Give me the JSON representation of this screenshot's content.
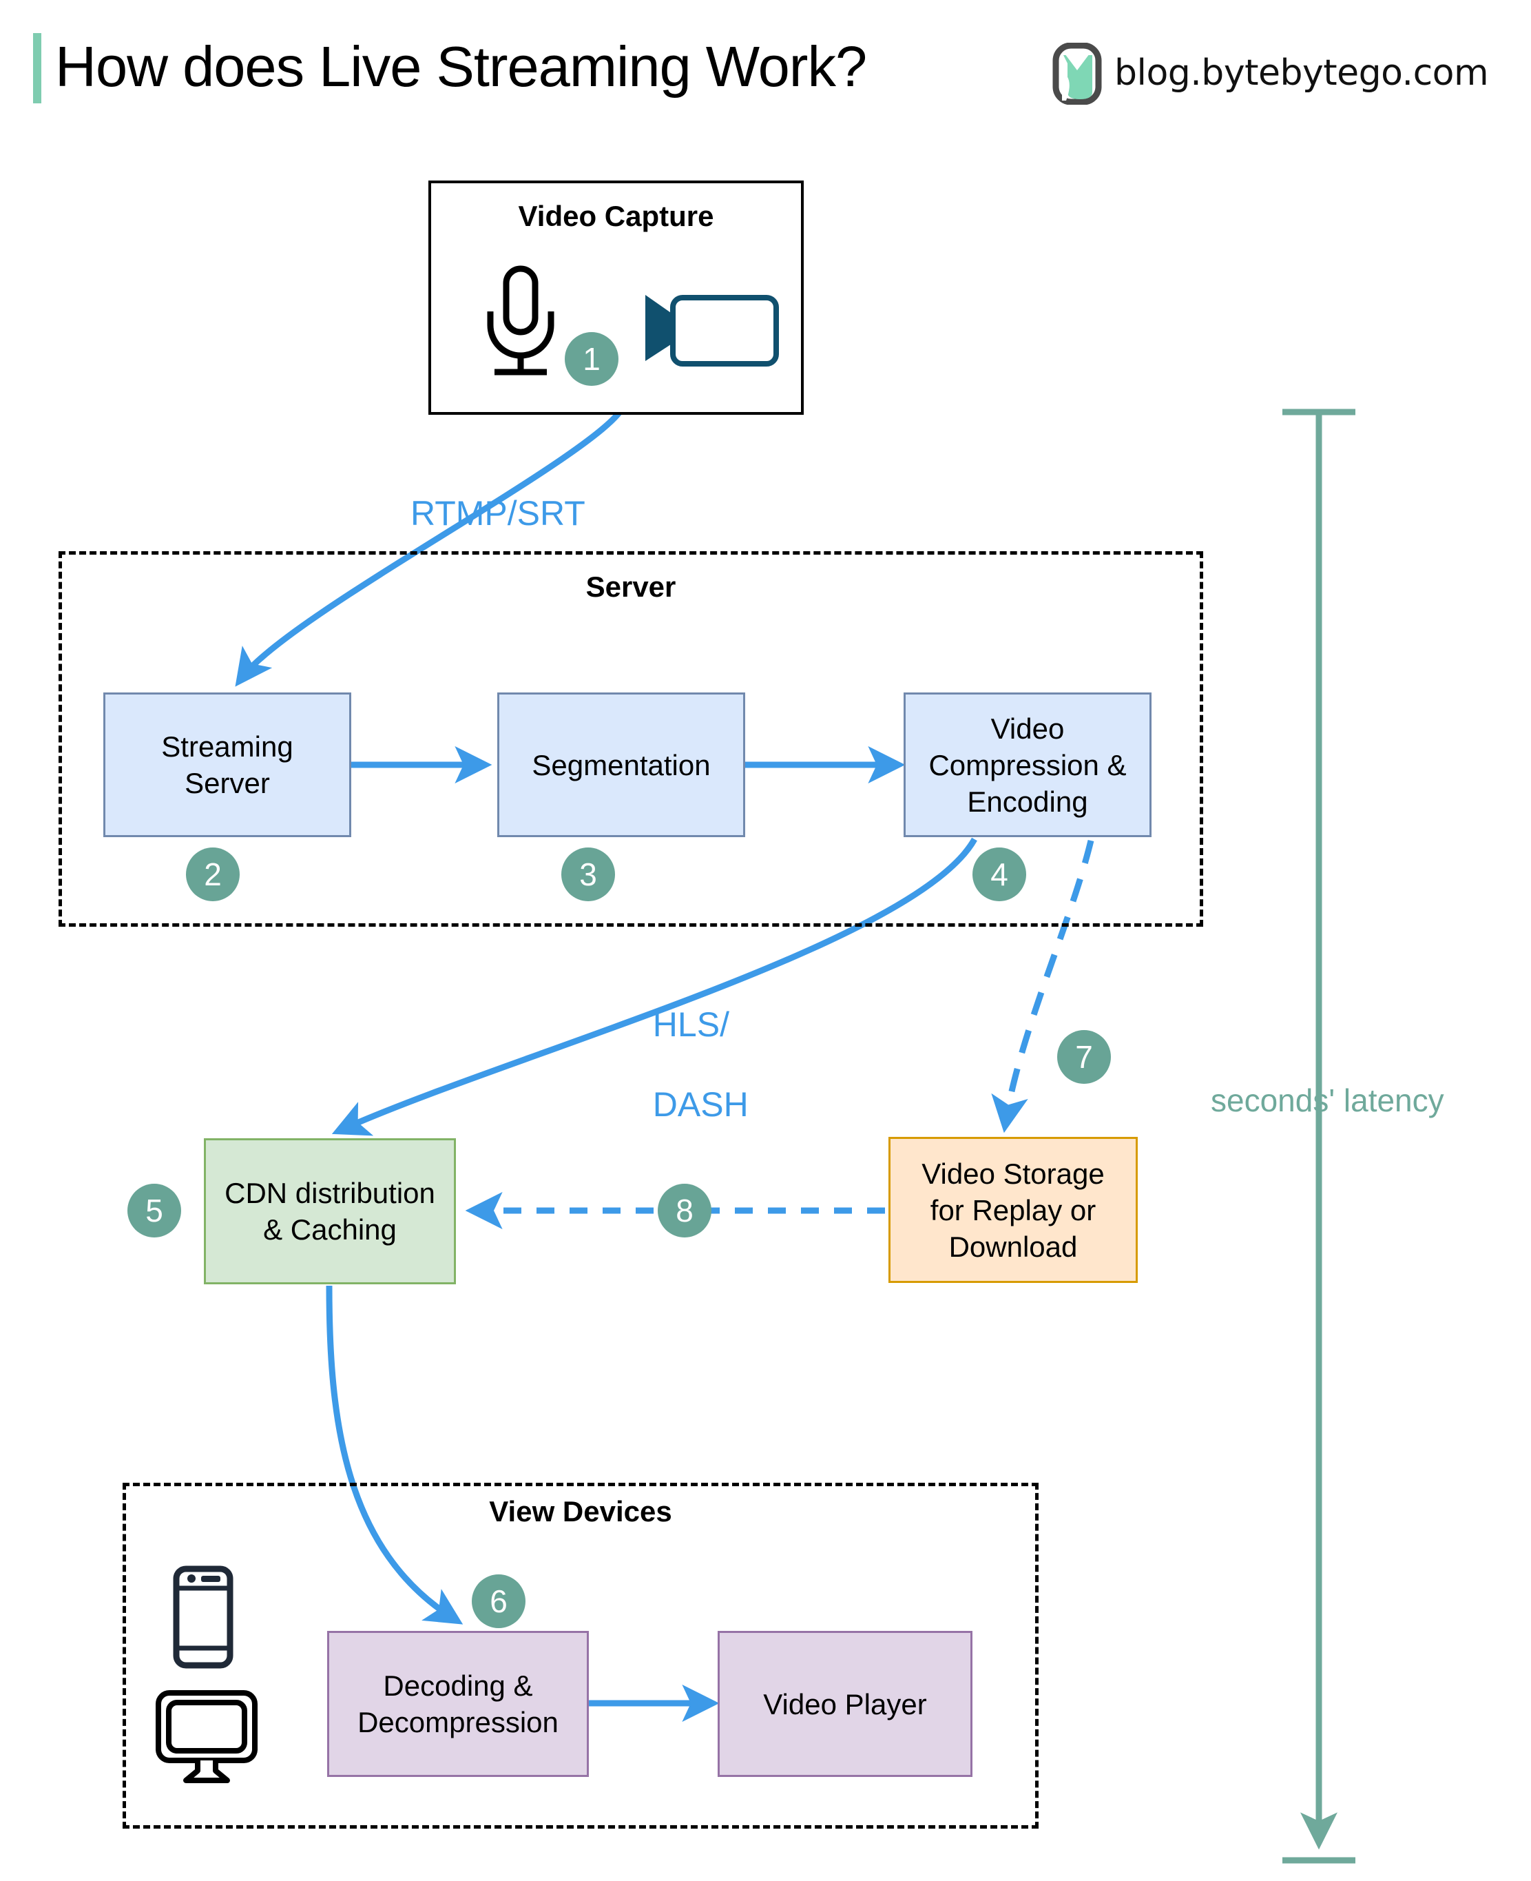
{
  "header": {
    "title": "How does Live Streaming Work?",
    "brand_text": "blog.bytebytego.com",
    "logo_icon": "bytebytego-logo-icon",
    "accent_color": "#7FCCB0"
  },
  "colors": {
    "badge": "#68A496",
    "flow_blue": "#3D9AE8",
    "blue_fill": "#DAE8FC",
    "blue_stroke": "#7189AD",
    "green_fill": "#D5E8D4",
    "green_stroke": "#82B366",
    "orange_fill": "#FFE6CC",
    "orange_stroke": "#D79B00",
    "purple_fill": "#E1D5E7",
    "purple_stroke": "#9673A6",
    "latency_teal": "#6FA99B",
    "camera_navy": "#10506E"
  },
  "groups": {
    "video_capture": {
      "title": "Video Capture",
      "mic_icon": "microphone-icon",
      "camera_icon": "video-camera-icon"
    },
    "server": {
      "title": "Server"
    },
    "view_devices": {
      "title": "View Devices",
      "phone_icon": "smartphone-icon",
      "monitor_icon": "desktop-monitor-icon"
    }
  },
  "nodes": [
    {
      "id": "streaming-server",
      "label": "Streaming\nServer",
      "badge": "2"
    },
    {
      "id": "segmentation",
      "label": "Segmentation",
      "badge": "3"
    },
    {
      "id": "video-compression",
      "label": "Video\nCompression &\nEncoding",
      "badge": "4"
    },
    {
      "id": "cdn-distribution",
      "label": "CDN distribution\n& Caching",
      "badge": "5"
    },
    {
      "id": "video-storage",
      "label": "Video Storage\nfor Replay or\nDownload",
      "badge": "7"
    },
    {
      "id": "decoding",
      "label": "Decoding &\nDecompression",
      "badge": "6"
    },
    {
      "id": "video-player",
      "label": "Video Player",
      "badge": ""
    }
  ],
  "badges": {
    "capture": "1",
    "streaming_server": "2",
    "segmentation": "3",
    "compression": "4",
    "cdn": "5",
    "decoding": "6",
    "storage": "7",
    "storage_to_cdn": "8"
  },
  "edge_labels": {
    "capture_to_server": "RTMP/SRT",
    "compression_to_cdn_line1": "HLS/",
    "compression_to_cdn_line2": "DASH"
  },
  "annotations": {
    "latency": "seconds' latency"
  },
  "node_labels": {
    "streaming_server_l1": "Streaming",
    "streaming_server_l2": "Server",
    "segmentation": "Segmentation",
    "compression_l1": "Video",
    "compression_l2": "Compression &",
    "compression_l3": "Encoding",
    "cdn_l1": "CDN distribution",
    "cdn_l2": "& Caching",
    "storage_l1": "Video Storage",
    "storage_l2": "for Replay or",
    "storage_l3": "Download",
    "decoding_l1": "Decoding &",
    "decoding_l2": "Decompression",
    "player": "Video Player"
  }
}
